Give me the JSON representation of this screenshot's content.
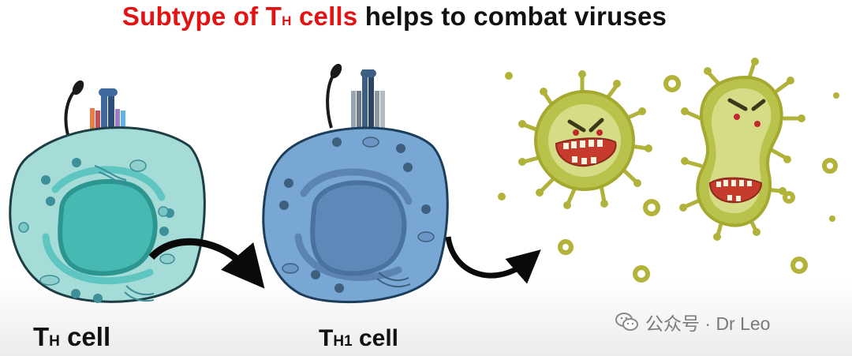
{
  "title": {
    "part1": "Subtype of T",
    "part1_sub": "H",
    "part2": " cells",
    "part3": " helps to combat viruses",
    "accent_color": "#e31313"
  },
  "labels": {
    "th_cell_main": "T",
    "th_cell_sub": "H",
    "th_cell_rest": " cell",
    "th1_cell_main": "T",
    "th1_cell_sub": "H1",
    "th1_cell_rest": " cell"
  },
  "watermark": {
    "icon": "wechat-icon",
    "text": "公众号 · Dr Leo"
  },
  "colors": {
    "th_cell": "#a6dcd8",
    "th1_cell": "#78a7d4",
    "virus": "#b7b83a"
  }
}
